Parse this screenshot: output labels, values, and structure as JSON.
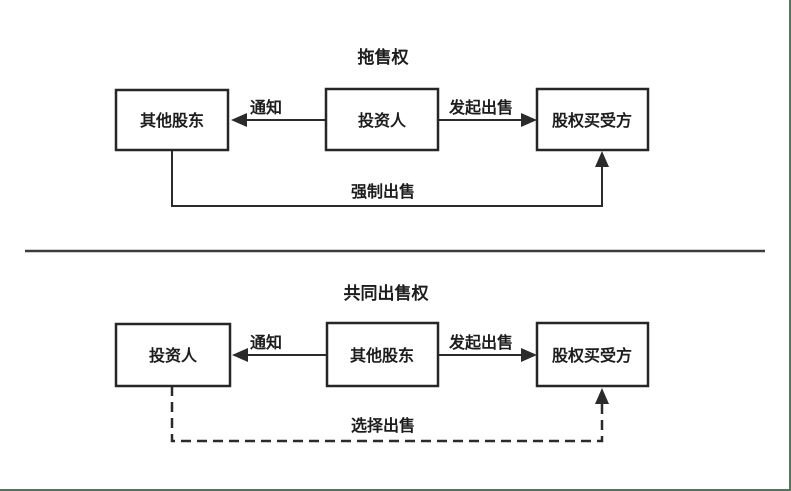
{
  "page": {
    "background_color": "#ffffff",
    "frame_color": "#4b7a55",
    "line_color": "#2b2b2b",
    "text_color": "#1d1d1d"
  },
  "diagrams": [
    {
      "id": "drag-along-right",
      "title": "拖售权",
      "nodes": [
        {
          "id": "other-shareholders",
          "label": "其他股东"
        },
        {
          "id": "investor",
          "label": "投资人"
        },
        {
          "id": "equity-buyer",
          "label": "股权买受方"
        }
      ],
      "edges": [
        {
          "id": "notice",
          "label": "通知",
          "style": "solid",
          "from": "investor",
          "to": "other-shareholders"
        },
        {
          "id": "initiate-sale",
          "label": "发起出售",
          "style": "solid",
          "from": "investor",
          "to": "equity-buyer"
        },
        {
          "id": "forced-sale",
          "label": "强制出售",
          "style": "solid",
          "from": "other-shareholders",
          "to": "equity-buyer"
        }
      ]
    },
    {
      "id": "co-sale-right",
      "title": "共同出售权",
      "nodes": [
        {
          "id": "investor",
          "label": "投资人"
        },
        {
          "id": "other-shareholders",
          "label": "其他股东"
        },
        {
          "id": "equity-buyer",
          "label": "股权买受方"
        }
      ],
      "edges": [
        {
          "id": "notice",
          "label": "通知",
          "style": "solid",
          "from": "other-shareholders",
          "to": "investor"
        },
        {
          "id": "initiate-sale",
          "label": "发起出售",
          "style": "solid",
          "from": "other-shareholders",
          "to": "equity-buyer"
        },
        {
          "id": "optional-sale",
          "label": "选择出售",
          "style": "dashed",
          "from": "investor",
          "to": "equity-buyer"
        }
      ]
    }
  ]
}
